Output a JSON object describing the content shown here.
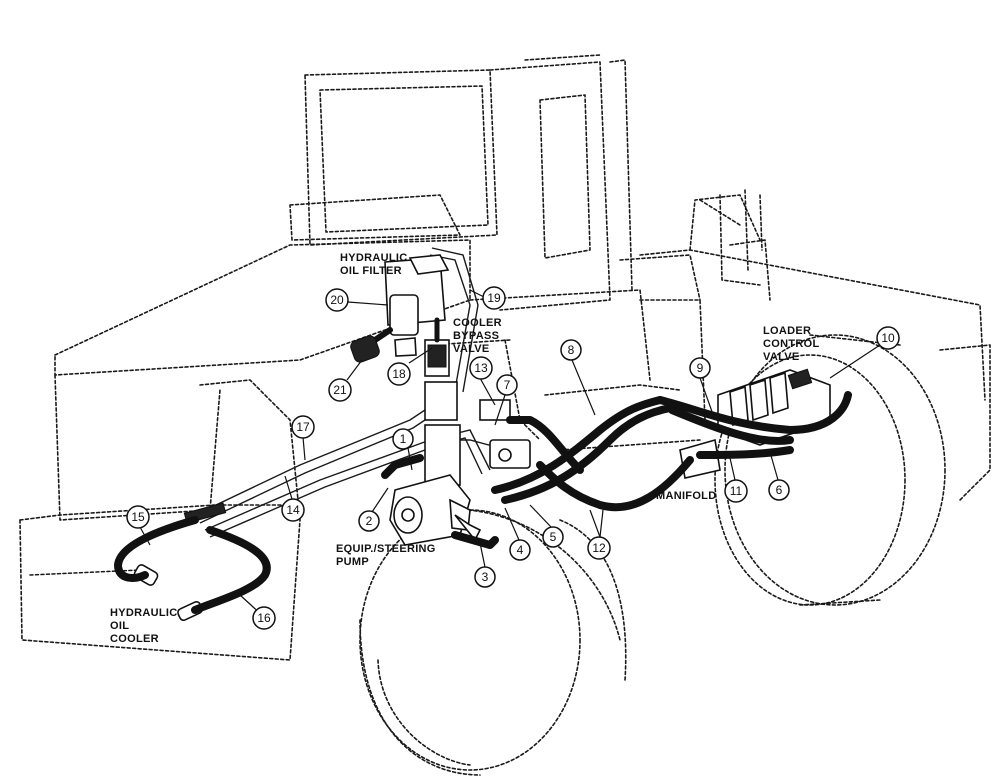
{
  "labels": {
    "hydraulic_oil_filter": [
      "HYDRAULIC",
      "OIL FILTER"
    ],
    "cooler_bypass_valve": [
      "COOLER",
      "BYPASS",
      "VALVE"
    ],
    "loader_control_valve": [
      "LOADER",
      "CONTROL",
      "VALVE"
    ],
    "manifold": [
      "MANIFOLD"
    ],
    "pump": [
      "EQUIP./STEERING",
      "PUMP"
    ],
    "hydraulic_oil_cooler": [
      "HYDRAULIC",
      "OIL",
      "COOLER"
    ]
  },
  "callouts": [
    "1",
    "2",
    "3",
    "4",
    "5",
    "6",
    "7",
    "8",
    "9",
    "10",
    "11",
    "12",
    "13",
    "14",
    "15",
    "16",
    "17",
    "18",
    "19",
    "20",
    "21"
  ]
}
